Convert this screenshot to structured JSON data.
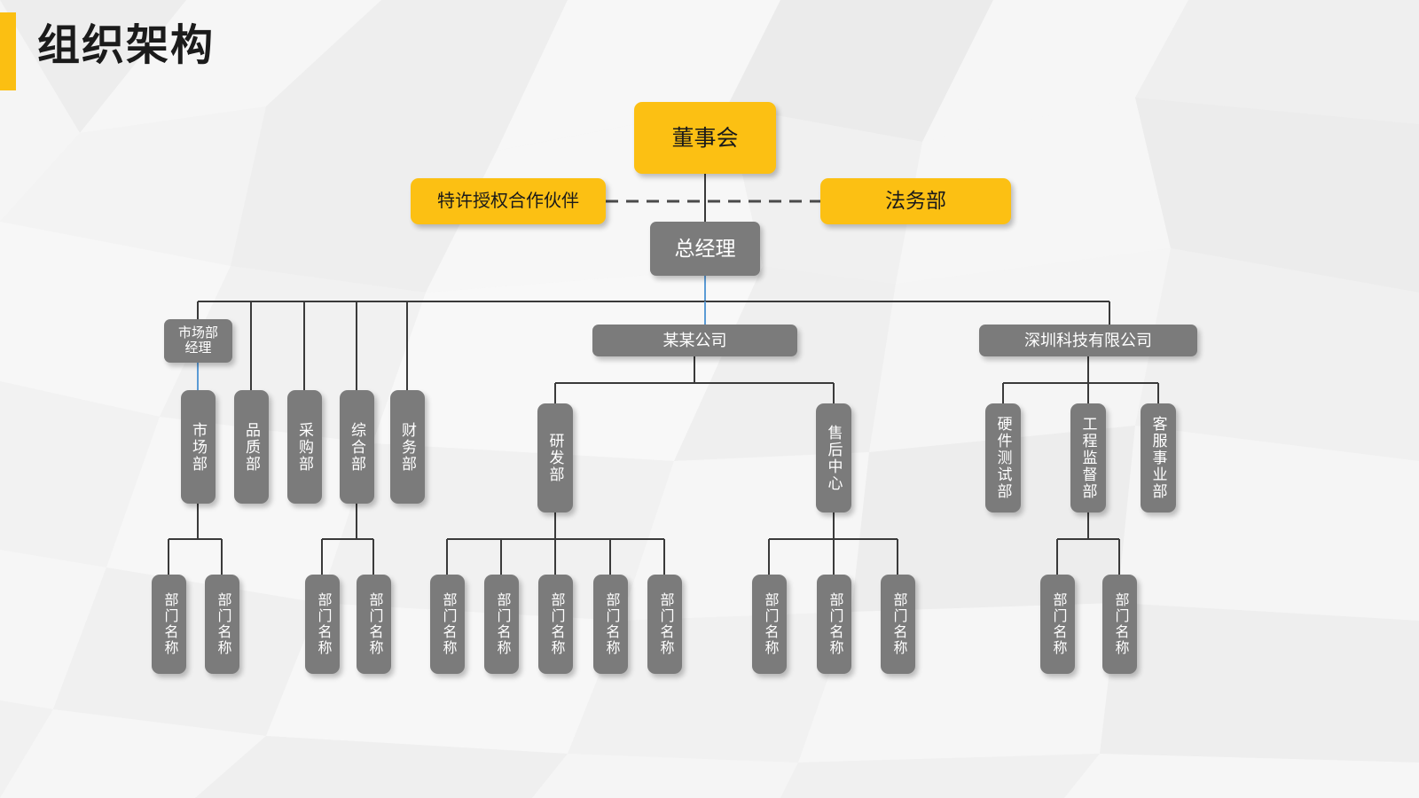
{
  "page": {
    "title": "组织架构",
    "accent_color": "#fbbf12",
    "node_gray": "#7b7b7b",
    "node_yellow": "#fcc013",
    "line_color": "#3a3a3a",
    "blue_line_color": "#5b9bd5",
    "background_color": "#f3f3f3"
  },
  "chart_meta": {
    "type": "org-chart",
    "levels": 5,
    "dashed_relationship": "特许授权合作伙伴 —— 法务部"
  },
  "nodes": {
    "board": {
      "label": "董事会",
      "style": "yellow"
    },
    "franchise": {
      "label": "特许授权合作伙伴",
      "style": "yellow"
    },
    "legal": {
      "label": "法务部",
      "style": "yellow"
    },
    "gm": {
      "label": "总经理",
      "style": "gray"
    },
    "marketing_manager": {
      "label": "市场部\n经理",
      "style": "gray"
    },
    "l3": [
      {
        "label": "市场部",
        "style": "gray-vertical"
      },
      {
        "label": "品质部",
        "style": "gray-vertical"
      },
      {
        "label": "采购部",
        "style": "gray-vertical"
      },
      {
        "label": "综合部",
        "style": "gray-vertical"
      },
      {
        "label": "财务部",
        "style": "gray-vertical"
      }
    ],
    "company_mid": {
      "label": "某某公司",
      "style": "gray"
    },
    "company_mid_children": [
      {
        "label": "研发部",
        "style": "gray-vertical"
      },
      {
        "label": "售后中心",
        "style": "gray-vertical"
      }
    ],
    "company_right": {
      "label": "深圳科技有限公司",
      "style": "gray"
    },
    "company_right_children": [
      {
        "label": "硬件测试部",
        "style": "gray-vertical"
      },
      {
        "label": "工程监督部",
        "style": "gray-vertical"
      },
      {
        "label": "客服事业部",
        "style": "gray-vertical"
      }
    ],
    "leaf_label": "部门名称",
    "leaves": {
      "under_marketing": [
        "部门名称",
        "部门名称"
      ],
      "under_general_affairs": [
        "部门名称",
        "部门名称"
      ],
      "under_rnd": [
        "部门名称",
        "部门名称",
        "部门名称",
        "部门名称",
        "部门名称"
      ],
      "under_aftersales": [
        "部门名称",
        "部门名称",
        "部门名称"
      ],
      "under_engineering": [
        "部门名称",
        "部门名称"
      ]
    }
  }
}
